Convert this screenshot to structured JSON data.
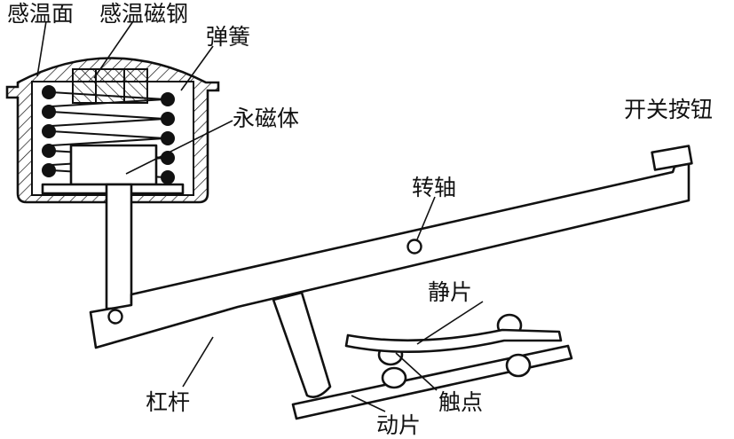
{
  "colors": {
    "ink": "#111111",
    "paper": "#ffffff"
  },
  "labels": {
    "sensing_surface": "感温面",
    "sensing_magnet": "感温磁钢",
    "spring": "弹簧",
    "permanent_magnet": "永磁体",
    "switch_button": "开关按钮",
    "pivot": "转轴",
    "static_plate": "静片",
    "lever": "杠杆",
    "contact": "触点",
    "moving_plate": "动片"
  }
}
